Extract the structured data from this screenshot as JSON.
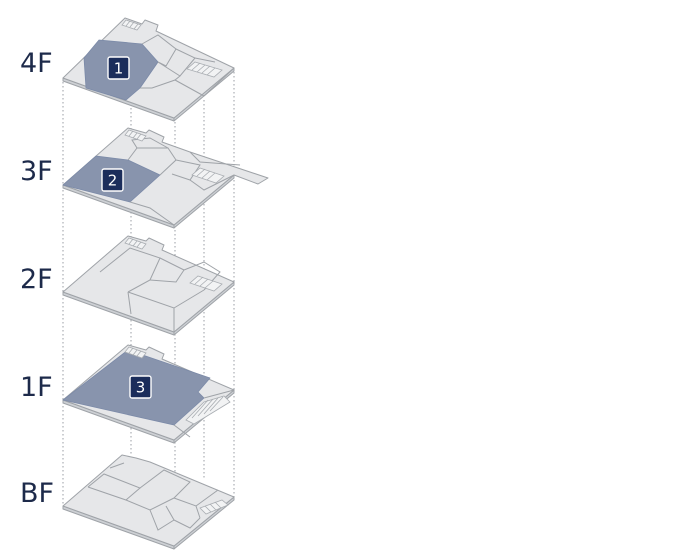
{
  "floors": [
    {
      "id": "4F",
      "label": "4F"
    },
    {
      "id": "3F",
      "label": "3F"
    },
    {
      "id": "2F",
      "label": "2F"
    },
    {
      "id": "1F",
      "label": "1F"
    },
    {
      "id": "BF",
      "label": "BF"
    }
  ],
  "markers": [
    {
      "floor": "4F",
      "number": "1"
    },
    {
      "floor": "3F",
      "number": "2"
    },
    {
      "floor": "1F",
      "number": "3"
    }
  ],
  "colors": {
    "plate": "#e6e7e9",
    "highlight_area": "#8894ad",
    "marker_fill": "#1b2d5b",
    "label_text": "#1d2a4a"
  }
}
